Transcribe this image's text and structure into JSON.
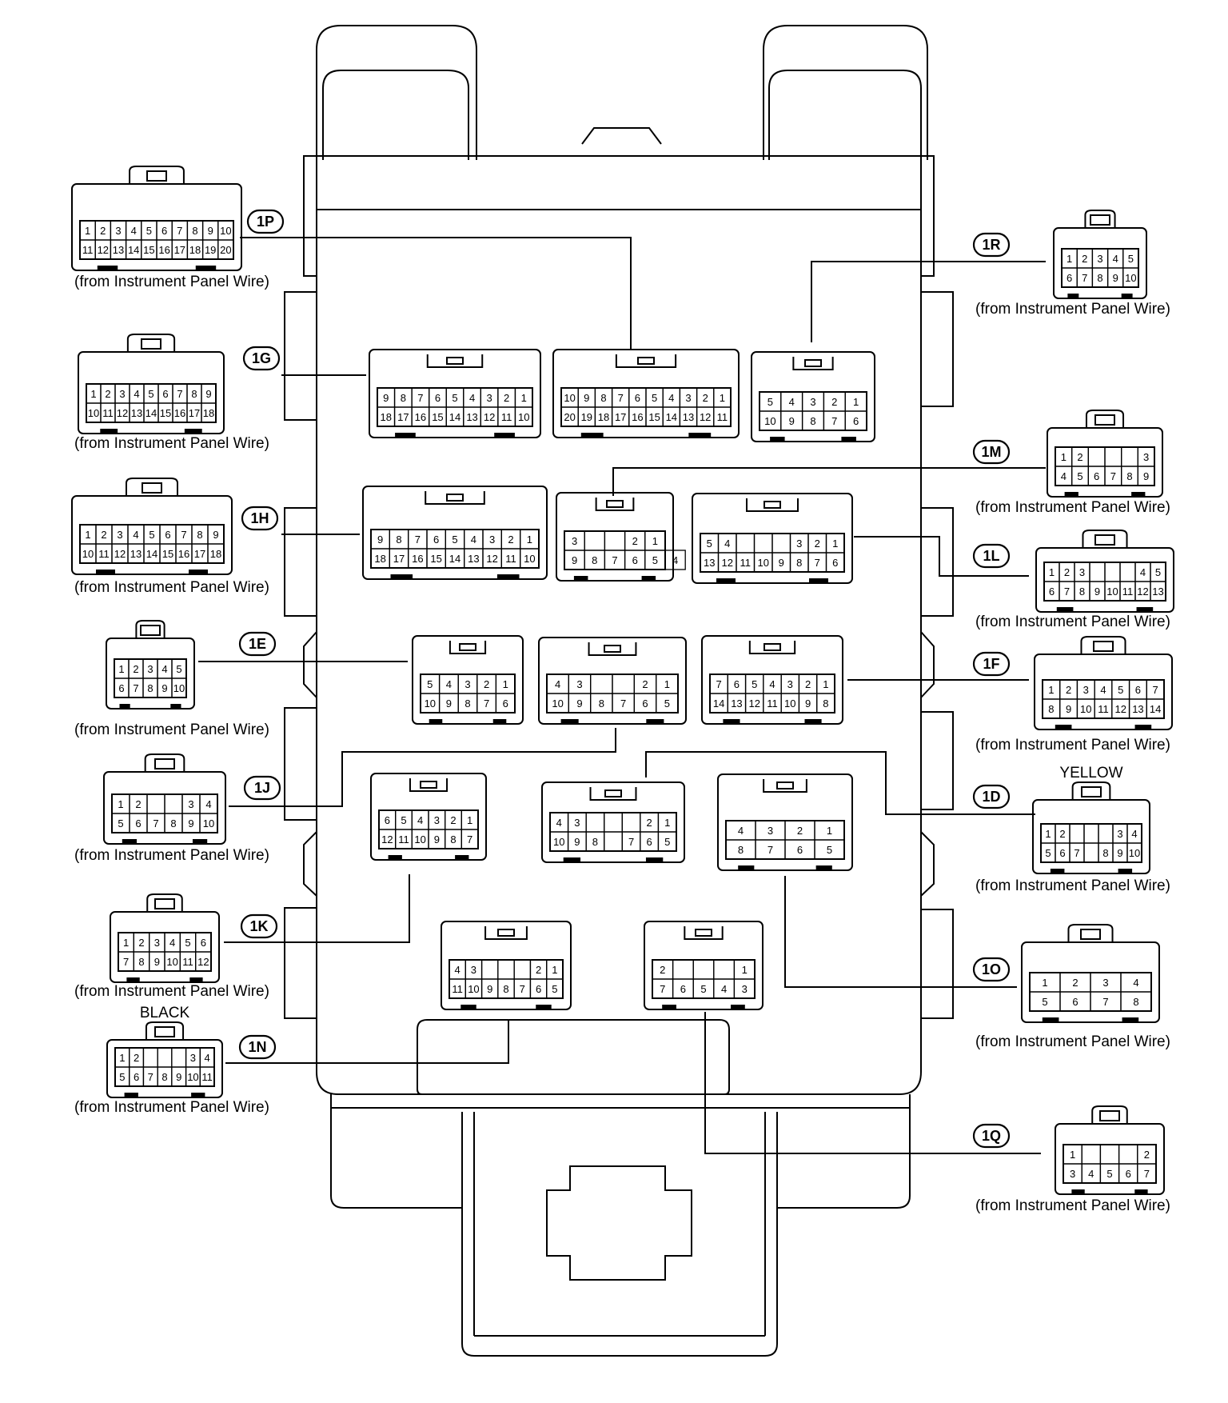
{
  "caption": "(from Instrument Panel Wire)",
  "connectors": [
    {
      "id": "1P",
      "color": "",
      "rows": [
        [
          "1",
          "2",
          "3",
          "4",
          "5",
          "6",
          "7",
          "8",
          "9",
          "10"
        ],
        [
          "11",
          "12",
          "13",
          "14",
          "15",
          "16",
          "17",
          "18",
          "19",
          "20"
        ]
      ]
    },
    {
      "id": "1G",
      "color": "",
      "rows": [
        [
          "1",
          "2",
          "3",
          "4",
          "5",
          "6",
          "7",
          "8",
          "9"
        ],
        [
          "10",
          "11",
          "12",
          "13",
          "14",
          "15",
          "16",
          "17",
          "18"
        ]
      ]
    },
    {
      "id": "1H",
      "color": "",
      "rows": [
        [
          "1",
          "2",
          "3",
          "4",
          "5",
          "6",
          "7",
          "8",
          "9"
        ],
        [
          "10",
          "11",
          "12",
          "13",
          "14",
          "15",
          "16",
          "17",
          "18"
        ]
      ]
    },
    {
      "id": "1E",
      "color": "",
      "rows": [
        [
          "1",
          "2",
          "3",
          "4",
          "5"
        ],
        [
          "6",
          "7",
          "8",
          "9",
          "10"
        ]
      ]
    },
    {
      "id": "1J",
      "color": "",
      "rows": [
        [
          "1",
          "2",
          "",
          "",
          "3",
          "4"
        ],
        [
          "5",
          "6",
          "7",
          "8",
          "9",
          "10"
        ]
      ]
    },
    {
      "id": "1K",
      "color": "",
      "rows": [
        [
          "1",
          "2",
          "3",
          "4",
          "5",
          "6"
        ],
        [
          "7",
          "8",
          "9",
          "10",
          "11",
          "12"
        ]
      ]
    },
    {
      "id": "1N",
      "color": "BLACK",
      "rows": [
        [
          "1",
          "2",
          "",
          "",
          "",
          "3",
          "4"
        ],
        [
          "5",
          "6",
          "7",
          "8",
          "9",
          "10",
          "11"
        ]
      ]
    },
    {
      "id": "1R",
      "color": "",
      "rows": [
        [
          "1",
          "2",
          "3",
          "4",
          "5"
        ],
        [
          "6",
          "7",
          "8",
          "9",
          "10"
        ]
      ]
    },
    {
      "id": "1M",
      "color": "",
      "rows": [
        [
          "1",
          "2",
          "",
          "",
          "",
          "3"
        ],
        [
          "4",
          "5",
          "6",
          "7",
          "8",
          "9"
        ]
      ]
    },
    {
      "id": "1L",
      "color": "",
      "rows": [
        [
          "1",
          "2",
          "3",
          "",
          "",
          "",
          "4",
          "5"
        ],
        [
          "6",
          "7",
          "8",
          "9",
          "10",
          "11",
          "12",
          "13"
        ]
      ]
    },
    {
      "id": "1F",
      "color": "",
      "rows": [
        [
          "1",
          "2",
          "3",
          "4",
          "5",
          "6",
          "7"
        ],
        [
          "8",
          "9",
          "10",
          "11",
          "12",
          "13",
          "14"
        ]
      ]
    },
    {
      "id": "1D",
      "color": "YELLOW",
      "rows": [
        [
          "1",
          "2",
          "",
          "",
          "",
          "3",
          "4"
        ],
        [
          "5",
          "6",
          "7",
          "",
          "8",
          "9",
          "10"
        ]
      ]
    },
    {
      "id": "1O",
      "color": "",
      "rows": [
        [
          "1",
          "2",
          "3",
          "4"
        ],
        [
          "5",
          "6",
          "7",
          "8"
        ]
      ]
    },
    {
      "id": "1Q",
      "color": "",
      "rows": [
        [
          "1",
          "",
          "",
          "",
          "2"
        ],
        [
          "3",
          "4",
          "5",
          "6",
          "7"
        ]
      ]
    }
  ],
  "box_sockets": [
    {
      "label": "1G-socket",
      "rows": [
        [
          "9",
          "8",
          "7",
          "6",
          "5",
          "4",
          "3",
          "2",
          "1"
        ],
        [
          "18",
          "17",
          "16",
          "15",
          "14",
          "13",
          "12",
          "11",
          "10"
        ]
      ]
    },
    {
      "label": "1P-socket",
      "rows": [
        [
          "10",
          "9",
          "8",
          "7",
          "6",
          "5",
          "4",
          "3",
          "2",
          "1"
        ],
        [
          "20",
          "19",
          "18",
          "17",
          "16",
          "15",
          "14",
          "13",
          "12",
          "11"
        ]
      ]
    },
    {
      "label": "1R-socket",
      "rows": [
        [
          "5",
          "4",
          "3",
          "2",
          "1"
        ],
        [
          "10",
          "9",
          "8",
          "7",
          "6"
        ]
      ]
    },
    {
      "label": "1H-socket",
      "rows": [
        [
          "9",
          "8",
          "7",
          "6",
          "5",
          "4",
          "3",
          "2",
          "1"
        ],
        [
          "18",
          "17",
          "16",
          "15",
          "14",
          "13",
          "12",
          "11",
          "10"
        ]
      ]
    },
    {
      "label": "1M-socket",
      "rows": [
        [
          "3",
          "",
          "",
          "2",
          "1"
        ],
        [
          "9",
          "8",
          "7",
          "6",
          "5",
          "4"
        ]
      ]
    },
    {
      "label": "1L-socket",
      "rows": [
        [
          "5",
          "4",
          "",
          "",
          "",
          "3",
          "2",
          "1"
        ],
        [
          "13",
          "12",
          "11",
          "10",
          "9",
          "8",
          "7",
          "6"
        ]
      ]
    },
    {
      "label": "1E-socket",
      "rows": [
        [
          "5",
          "4",
          "3",
          "2",
          "1"
        ],
        [
          "10",
          "9",
          "8",
          "7",
          "6"
        ]
      ]
    },
    {
      "label": "1J-socket",
      "rows": [
        [
          "4",
          "3",
          "",
          "",
          "2",
          "1"
        ],
        [
          "10",
          "9",
          "8",
          "7",
          "6",
          "5"
        ]
      ]
    },
    {
      "label": "1F-socket",
      "rows": [
        [
          "7",
          "6",
          "5",
          "4",
          "3",
          "2",
          "1"
        ],
        [
          "14",
          "13",
          "12",
          "11",
          "10",
          "9",
          "8"
        ]
      ]
    },
    {
      "label": "1K-socket",
      "rows": [
        [
          "6",
          "5",
          "4",
          "3",
          "2",
          "1"
        ],
        [
          "12",
          "11",
          "10",
          "9",
          "8",
          "7"
        ]
      ]
    },
    {
      "label": "1D-socket",
      "rows": [
        [
          "4",
          "3",
          "",
          "",
          "",
          "2",
          "1"
        ],
        [
          "10",
          "9",
          "8",
          "",
          "7",
          "6",
          "5"
        ]
      ]
    },
    {
      "label": "1O-socket",
      "rows": [
        [
          "4",
          "3",
          "2",
          "1"
        ],
        [
          "8",
          "7",
          "6",
          "5"
        ]
      ]
    },
    {
      "label": "1N-socket",
      "rows": [
        [
          "4",
          "3",
          "",
          "",
          "",
          "2",
          "1"
        ],
        [
          "11",
          "10",
          "9",
          "8",
          "7",
          "6",
          "5"
        ]
      ]
    },
    {
      "label": "1Q-socket",
      "rows": [
        [
          "2",
          "",
          "",
          "",
          "1"
        ],
        [
          "7",
          "6",
          "5",
          "4",
          "3"
        ]
      ]
    }
  ]
}
